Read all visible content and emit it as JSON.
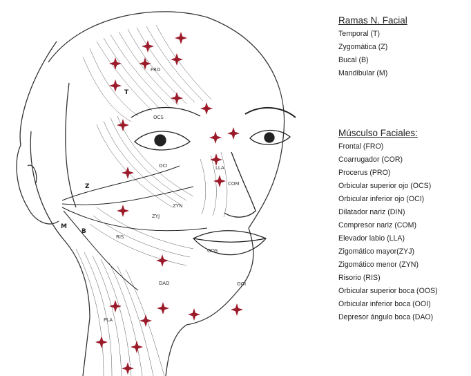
{
  "ramas": {
    "title": "Ramas N. Facial",
    "items": [
      "Temporal (T)",
      "Zygomàtica (Z)",
      "Bucal (B)",
      "Mandibular (M)"
    ]
  },
  "musculos": {
    "title": "Músculso Faciales:",
    "items": [
      "Frontal (FRO)",
      "Coarrugador (COR)",
      "Procerus (PRO)",
      "Orbicular superior ojo (OCS)",
      "Orbicular inferior ojo (OCI)",
      "Dilatador nariz (DIN)",
      "Compresor nariz (COM)",
      "Elevador labio (LLA)",
      "Zigomático mayor(ZYJ)",
      "Zigomático menor (ZYN)",
      "Risorio (RIS)",
      "Orbicular superior boca (OOS)",
      "Orbicular inferior boca (OOI)",
      "Depresor ángulo boca (DAO)"
    ]
  },
  "diagram_labels": {
    "fro": "FRO",
    "ocs": "OCS",
    "oci": "OCI",
    "lla": "LLA",
    "com": "COM",
    "zyj": "ZYJ",
    "zyn": "ZYN",
    "ris": "RIS",
    "dao": "DAO",
    "ooi": "OOI",
    "oos": "OOS",
    "pla": "PLA",
    "t": "T",
    "z": "Z",
    "b": "B",
    "m": "M"
  },
  "colors": {
    "marker": "#9b1b2a",
    "line": "#333333"
  }
}
